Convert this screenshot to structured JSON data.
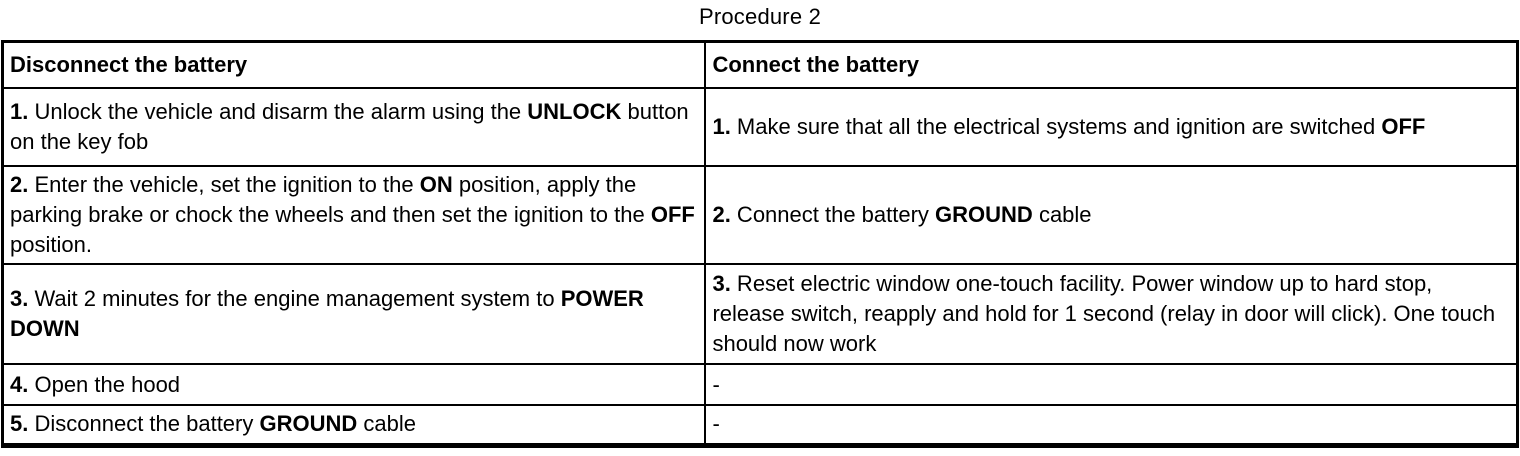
{
  "title": "Procedure 2",
  "table": {
    "columns": [
      {
        "label": "Disconnect the battery"
      },
      {
        "label": "Connect the battery"
      }
    ],
    "rows": [
      [
        [
          {
            "text": "1.",
            "bold": true
          },
          {
            "text": " Unlock the vehicle and disarm the alarm using the ",
            "bold": false
          },
          {
            "text": "UNLOCK",
            "bold": true
          },
          {
            "text": " button on the key fob",
            "bold": false
          }
        ],
        [
          {
            "text": "1.",
            "bold": true
          },
          {
            "text": " Make sure that all the electrical systems and ignition are switched ",
            "bold": false
          },
          {
            "text": "OFF",
            "bold": true
          }
        ]
      ],
      [
        [
          {
            "text": "2.",
            "bold": true
          },
          {
            "text": " Enter the vehicle, set the ignition to the ",
            "bold": false
          },
          {
            "text": "ON",
            "bold": true
          },
          {
            "text": " position, apply the parking brake or chock the wheels and then set the ignition to the ",
            "bold": false
          },
          {
            "text": "OFF",
            "bold": true
          },
          {
            "text": " position.",
            "bold": false
          }
        ],
        [
          {
            "text": "2.",
            "bold": true
          },
          {
            "text": " Connect the battery ",
            "bold": false
          },
          {
            "text": "GROUND",
            "bold": true
          },
          {
            "text": " cable",
            "bold": false
          }
        ]
      ],
      [
        [
          {
            "text": "3.",
            "bold": true
          },
          {
            "text": " Wait 2 minutes for the engine management system to ",
            "bold": false
          },
          {
            "text": "POWER DOWN",
            "bold": true
          }
        ],
        [
          {
            "text": "3.",
            "bold": true
          },
          {
            "text": " Reset electric window one-touch facility. Power window up to hard stop, release switch, reapply and hold for 1 second (relay in door will click). One touch should now work",
            "bold": false
          }
        ]
      ],
      [
        [
          {
            "text": "4.",
            "bold": true
          },
          {
            "text": " Open the hood",
            "bold": false
          }
        ],
        [
          {
            "text": "-",
            "bold": false
          }
        ]
      ],
      [
        [
          {
            "text": "5.",
            "bold": true
          },
          {
            "text": " Disconnect the battery ",
            "bold": false
          },
          {
            "text": "GROUND",
            "bold": true
          },
          {
            "text": " cable",
            "bold": false
          }
        ],
        [
          {
            "text": "-",
            "bold": false
          }
        ]
      ]
    ]
  }
}
